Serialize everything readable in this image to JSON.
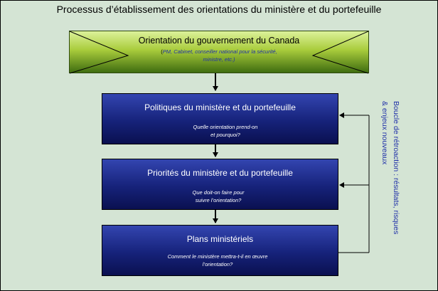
{
  "title": "Processus d’établissement des orientations du ministère et du portefeuille",
  "top_box": {
    "title": "Orientation du gouvernement du Canada",
    "open_paren": "(",
    "subtitle_line1": "PM, Cabinet, conseiller national pour la sécurité,",
    "subtitle_line2": "ministre, etc.)"
  },
  "boxes": [
    {
      "title": "Politiques du ministère et du portefeuille",
      "question_line1": "Quelle orientation prend-on",
      "question_line2": "et pourquoi?"
    },
    {
      "title": "Priorités du ministère et du portefeuille",
      "question_line1": "Que doit-on faire pour",
      "question_line2": "suivre l’orientation?"
    },
    {
      "title": "Plans ministériels",
      "question_line1": "Comment le ministère mettra-t-il en œuvre",
      "question_line2": "l’orientation?"
    }
  ],
  "feedback_label_line1": "Boucle de rétroaction : résultats, risques",
  "feedback_label_line2": "& enjeux nouveaux",
  "colors": {
    "background": "#d4e4d4",
    "green_box": "#a9cc3c",
    "blue_box": "#16227a",
    "feedback_text": "#1f2fa8"
  }
}
